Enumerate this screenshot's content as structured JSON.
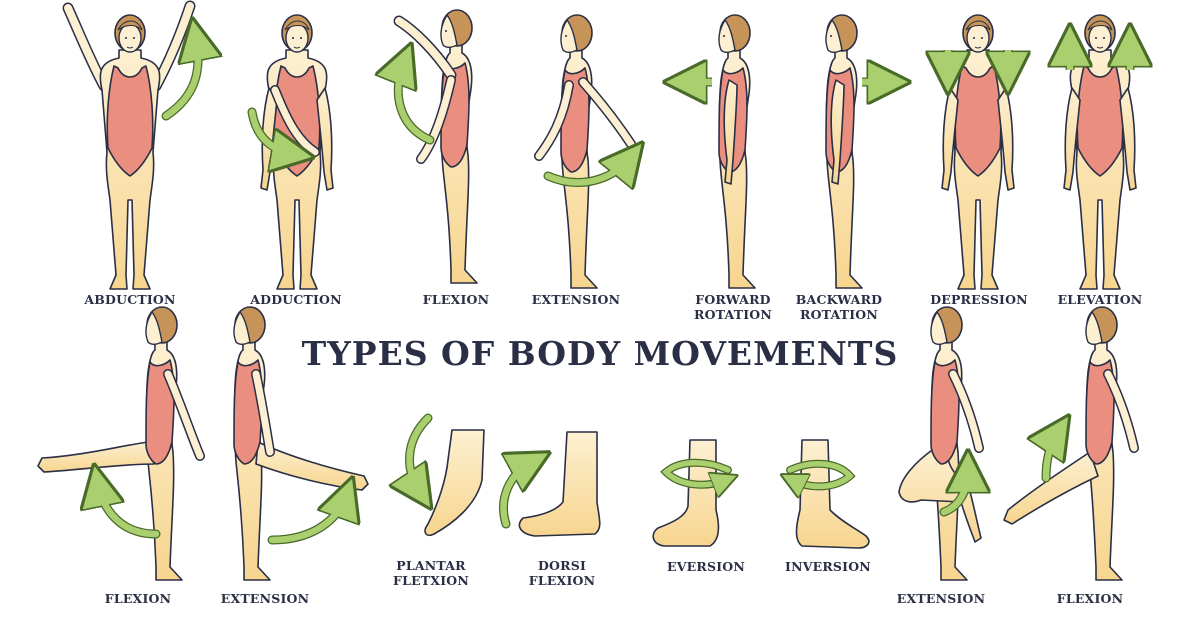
{
  "title": "TYPES OF BODY MOVEMENTS",
  "colors": {
    "skin": "#fde8b8",
    "skin_shade": "#f5c877",
    "swimsuit": "#ea8f80",
    "hair": "#c69458",
    "outline": "#2a2f45",
    "arrow_fill": "#a9cf6f",
    "arrow_stroke": "#4a6a2a"
  },
  "labels": {
    "abduction": "ABDUCTION",
    "adduction": "ADDUCTION",
    "flexion_arm": "FLEXION",
    "extension_arm": "EXTENSION",
    "forward_rotation": [
      "FORWARD",
      "ROTATION"
    ],
    "backward_rotation": [
      "BACKWARD",
      "ROTATION"
    ],
    "depression": "DEPRESSION",
    "elevation": "ELEVATION",
    "flexion_hip": "FLEXION",
    "extension_hip": "EXTENSION",
    "plantar_flexion": [
      "PLANTAR",
      "FLETXION"
    ],
    "dorsi_flexion": [
      "DORSI",
      "FLEXION"
    ],
    "eversion": "EVERSION",
    "inversion": "INVERSION",
    "extension_knee": "EXTENSION",
    "flexion_knee": "FLEXION"
  }
}
